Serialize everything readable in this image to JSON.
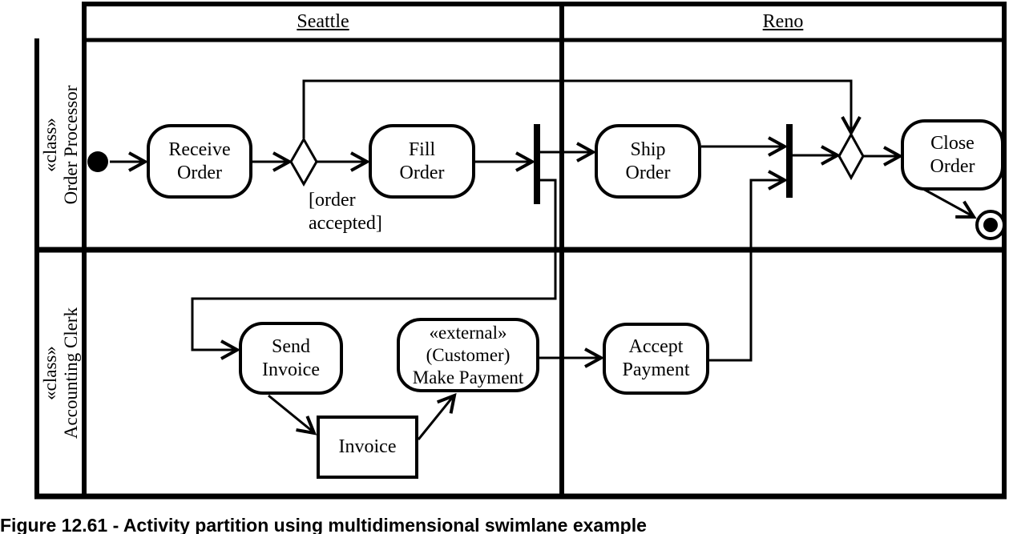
{
  "figure": {
    "caption": "Figure 12.61 - Activity partition using multidimensional swimlane example"
  },
  "swimlanes": {
    "columns": [
      {
        "label": "Seattle"
      },
      {
        "label": "Reno"
      }
    ],
    "rows": [
      {
        "stereotype": "«class»",
        "label": "Order Processor"
      },
      {
        "stereotype": "«class»",
        "label": "Accounting Clerk"
      }
    ]
  },
  "nodes": {
    "receive_order": {
      "line1": "Receive",
      "line2": "Order"
    },
    "fill_order": {
      "line1": "Fill",
      "line2": "Order"
    },
    "ship_order": {
      "line1": "Ship",
      "line2": "Order"
    },
    "close_order": {
      "line1": "Close",
      "line2": "Order"
    },
    "send_invoice": {
      "line1": "Send",
      "line2": "Invoice"
    },
    "accept_payment": {
      "line1": "Accept",
      "line2": "Payment"
    },
    "make_payment": {
      "stereotype": "«external»",
      "qualifier": "(Customer)",
      "label": "Make Payment"
    },
    "invoice_object": {
      "label": "Invoice"
    }
  },
  "decision": {
    "guard_line1": "[order",
    "guard_line2": "accepted]"
  },
  "colors": {
    "line": "#000000",
    "background": "#ffffff"
  }
}
